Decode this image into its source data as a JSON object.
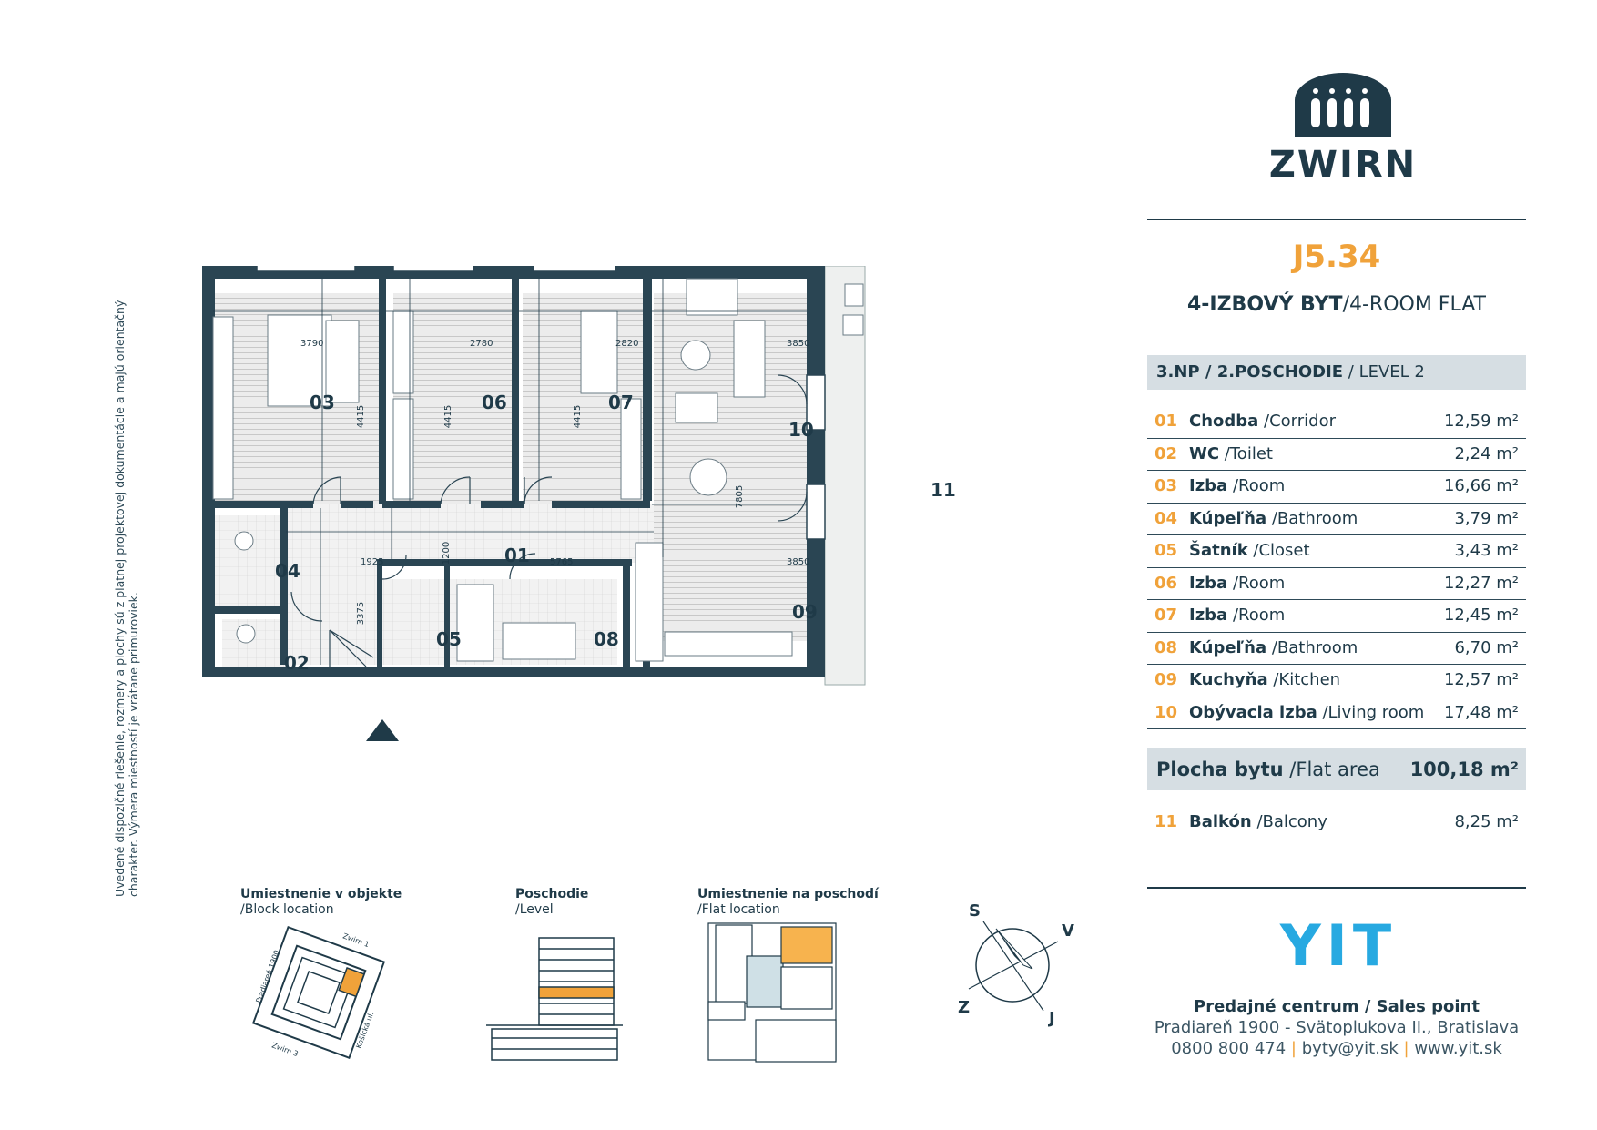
{
  "brand": {
    "name": "ZWIRN"
  },
  "flat": {
    "code": "J5.34",
    "type_sk": "4-IZBOVÝ BYT",
    "type_en": "/4-ROOM FLAT",
    "level_sk": "3.NP / 2.POSCHODIE",
    "level_en": " / LEVEL 2"
  },
  "rooms": [
    {
      "num": "01",
      "name_sk": "Chodba",
      "name_en": " /Corridor",
      "area": "12,59 m²"
    },
    {
      "num": "02",
      "name_sk": "WC",
      "name_en": " /Toilet",
      "area": "2,24 m²"
    },
    {
      "num": "03",
      "name_sk": "Izba",
      "name_en": " /Room",
      "area": "16,66 m²"
    },
    {
      "num": "04",
      "name_sk": "Kúpeľňa",
      "name_en": " /Bathroom",
      "area": "3,79 m²"
    },
    {
      "num": "05",
      "name_sk": "Šatník",
      "name_en": " /Closet",
      "area": "3,43 m²"
    },
    {
      "num": "06",
      "name_sk": "Izba",
      "name_en": " /Room",
      "area": "12,27 m²"
    },
    {
      "num": "07",
      "name_sk": "Izba",
      "name_en": " /Room",
      "area": "12,45 m²"
    },
    {
      "num": "08",
      "name_sk": "Kúpeľňa",
      "name_en": " /Bathroom",
      "area": "6,70 m²"
    },
    {
      "num": "09",
      "name_sk": "Kuchyňa",
      "name_en": " /Kitchen",
      "area": "12,57 m²"
    },
    {
      "num": "10",
      "name_sk": "Obývacia izba",
      "name_en": " /Living room",
      "area": "17,48 m²"
    }
  ],
  "total": {
    "label_sk": "Plocha bytu",
    "label_en": " /Flat area",
    "value": "100,18 m²"
  },
  "balcony": {
    "num": "11",
    "name_sk": "Balkón",
    "name_en": " /Balcony",
    "area": "8,25 m²"
  },
  "sales": {
    "title": "Predajné centrum / Sales point",
    "address": "Pradiareň 1900 - Svätoplukova II., Bratislava",
    "phone": "0800 800 474",
    "email": "byty@yit.sk",
    "web": "www.yit.sk",
    "separator": "|"
  },
  "yit_logo": "YIT",
  "disclaimer": "Uvedené dispozičné riešenie, rozmery a plochy sú z platnej projektovej dokumentácie a majú orientačný charakter. Výmera miestností je vrátane primuroviek.",
  "plan": {
    "labels": {
      "r01": "01",
      "r02": "02",
      "r03": "03",
      "r04": "04",
      "r05": "05",
      "r06": "06",
      "r07": "07",
      "r08": "08",
      "r09": "09",
      "r10": "10",
      "r11": "11"
    },
    "dims": {
      "d3790": "3790",
      "d2780": "2780",
      "d2820": "2820",
      "d3850a": "3850",
      "d3850b": "3850",
      "d4415a": "4415",
      "d4415b": "4415",
      "d4415c": "4415",
      "d7805": "7805",
      "d1925": "1925",
      "d1200": "1200",
      "d5765": "5765",
      "d3375": "3375"
    }
  },
  "diagrams": {
    "block": {
      "title": "Umiestnenie v objekte",
      "subtitle": "/Block location",
      "street1": "Zwirn 1",
      "street2": "Pradiareň 1900",
      "street3": "Košická ul.",
      "street4": "Zwirn 3"
    },
    "level": {
      "title": "Poschodie",
      "subtitle": "/Level"
    },
    "flat": {
      "title": "Umiestnenie na poschodí",
      "subtitle": "/Flat location"
    }
  },
  "compass": {
    "n": "S",
    "e": "V",
    "s": "J",
    "w": "Z"
  },
  "colors": {
    "primary": "#1f3a48",
    "accent": "#f0a23a",
    "panel": "#d6dee3",
    "yit_blue": "#27a9e1"
  },
  "icons": [
    "zwirn-logo-icon",
    "entrance-arrow-icon",
    "compass-icon"
  ]
}
